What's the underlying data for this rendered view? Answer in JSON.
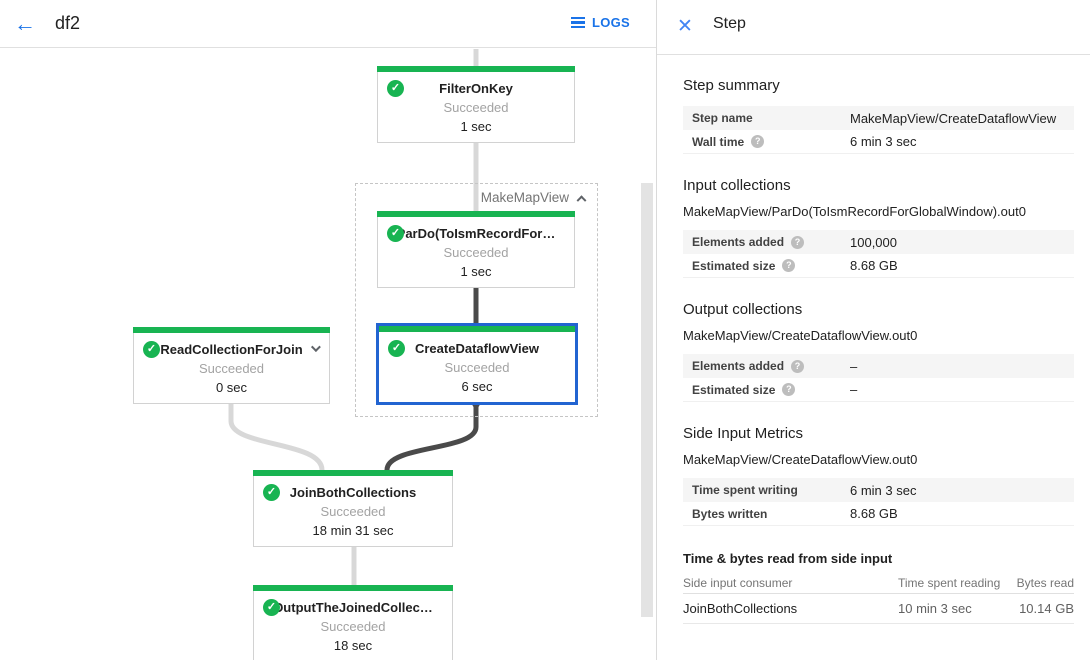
{
  "header": {
    "title": "df2",
    "logs_label": "LOGS"
  },
  "graph": {
    "group_label": "MakeMapView",
    "nodes": {
      "filter_on_key": {
        "title": "FilterOnKey",
        "status": "Succeeded",
        "time": "1 sec"
      },
      "pardo": {
        "title": "ParDo(ToIsmRecordFor…",
        "status": "Succeeded",
        "time": "1 sec"
      },
      "read_collection": {
        "title": "ReadCollectionForJoin",
        "status": "Succeeded",
        "time": "0 sec"
      },
      "create_dataflow_view": {
        "title": "CreateDataflowView",
        "status": "Succeeded",
        "time": "6 sec",
        "selected": true
      },
      "join_both": {
        "title": "JoinBothCollections",
        "status": "Succeeded",
        "time": "18 min 31 sec"
      },
      "output_joined": {
        "title": "OutputTheJoinedCollec…",
        "status": "Succeeded",
        "time": "18 sec"
      }
    }
  },
  "panel": {
    "title": "Step",
    "step_summary": {
      "heading": "Step summary",
      "rows": [
        {
          "label": "Step name",
          "value": "MakeMapView/CreateDataflowView"
        },
        {
          "label": "Wall time",
          "value": "6 min 3 sec"
        }
      ]
    },
    "input_collections": {
      "heading": "Input collections",
      "collection": "MakeMapView/ParDo(ToIsmRecordForGlobalWindow).out0",
      "rows": [
        {
          "label": "Elements added",
          "value": "100,000"
        },
        {
          "label": "Estimated size",
          "value": "8.68 GB"
        }
      ]
    },
    "output_collections": {
      "heading": "Output collections",
      "collection": "MakeMapView/CreateDataflowView.out0",
      "rows": [
        {
          "label": "Elements added",
          "value": "–"
        },
        {
          "label": "Estimated size",
          "value": "–"
        }
      ]
    },
    "side_input_metrics": {
      "heading": "Side Input Metrics",
      "collection": "MakeMapView/CreateDataflowView.out0",
      "rows": [
        {
          "label": "Time spent writing",
          "value": "6 min 3 sec"
        },
        {
          "label": "Bytes written",
          "value": "8.68 GB"
        }
      ]
    },
    "side_input_table": {
      "heading": "Time & bytes read from side input",
      "columns": [
        "Side input consumer",
        "Time spent reading",
        "Bytes read"
      ],
      "rows": [
        {
          "consumer": "JoinBothCollections",
          "time": "10 min 3 sec",
          "bytes": "10.14 GB"
        }
      ]
    }
  },
  "colors": {
    "success_green": "#18b452",
    "selected_blue": "#2264d1",
    "accent_blue": "#1a73e8",
    "edge_light": "#d8d8d8",
    "edge_dark": "#4a4a4a",
    "row_alt_bg": "#f5f5f5"
  }
}
